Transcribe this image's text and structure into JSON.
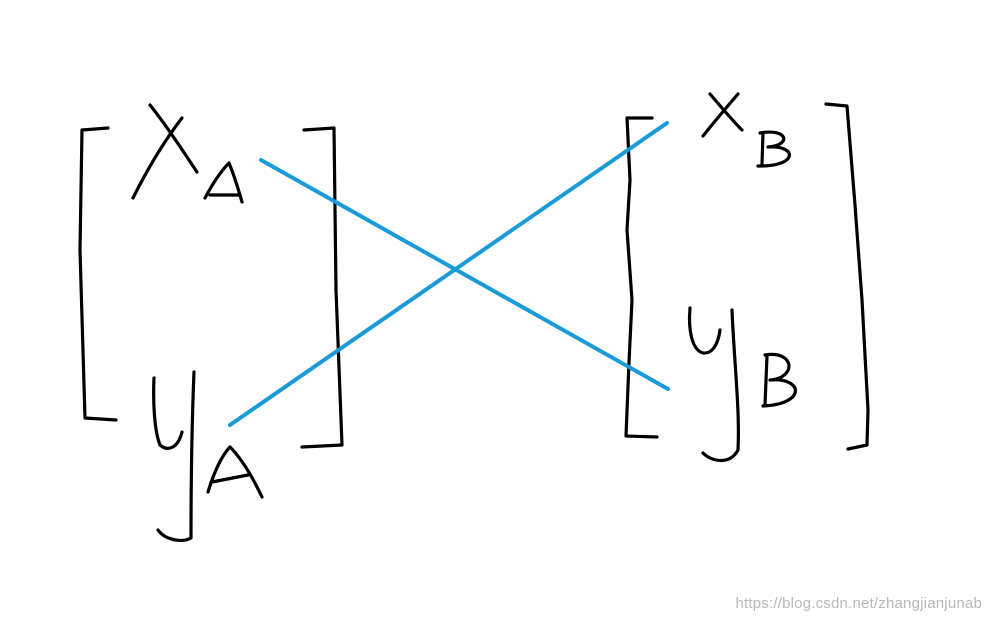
{
  "diagram": {
    "left_matrix": {
      "top_entry": "x_A",
      "bottom_entry": "y_A"
    },
    "right_matrix": {
      "top_entry": "x_B",
      "bottom_entry": "y_B"
    },
    "ink_color": "#000000",
    "connector_color": "#1a9ad6",
    "connectors": [
      {
        "from": "x_A",
        "to": "y_B"
      },
      {
        "from": "y_A",
        "to": "x_B"
      }
    ]
  },
  "watermark": {
    "text": "https://blog.csdn.net/zhangjianjunab"
  }
}
